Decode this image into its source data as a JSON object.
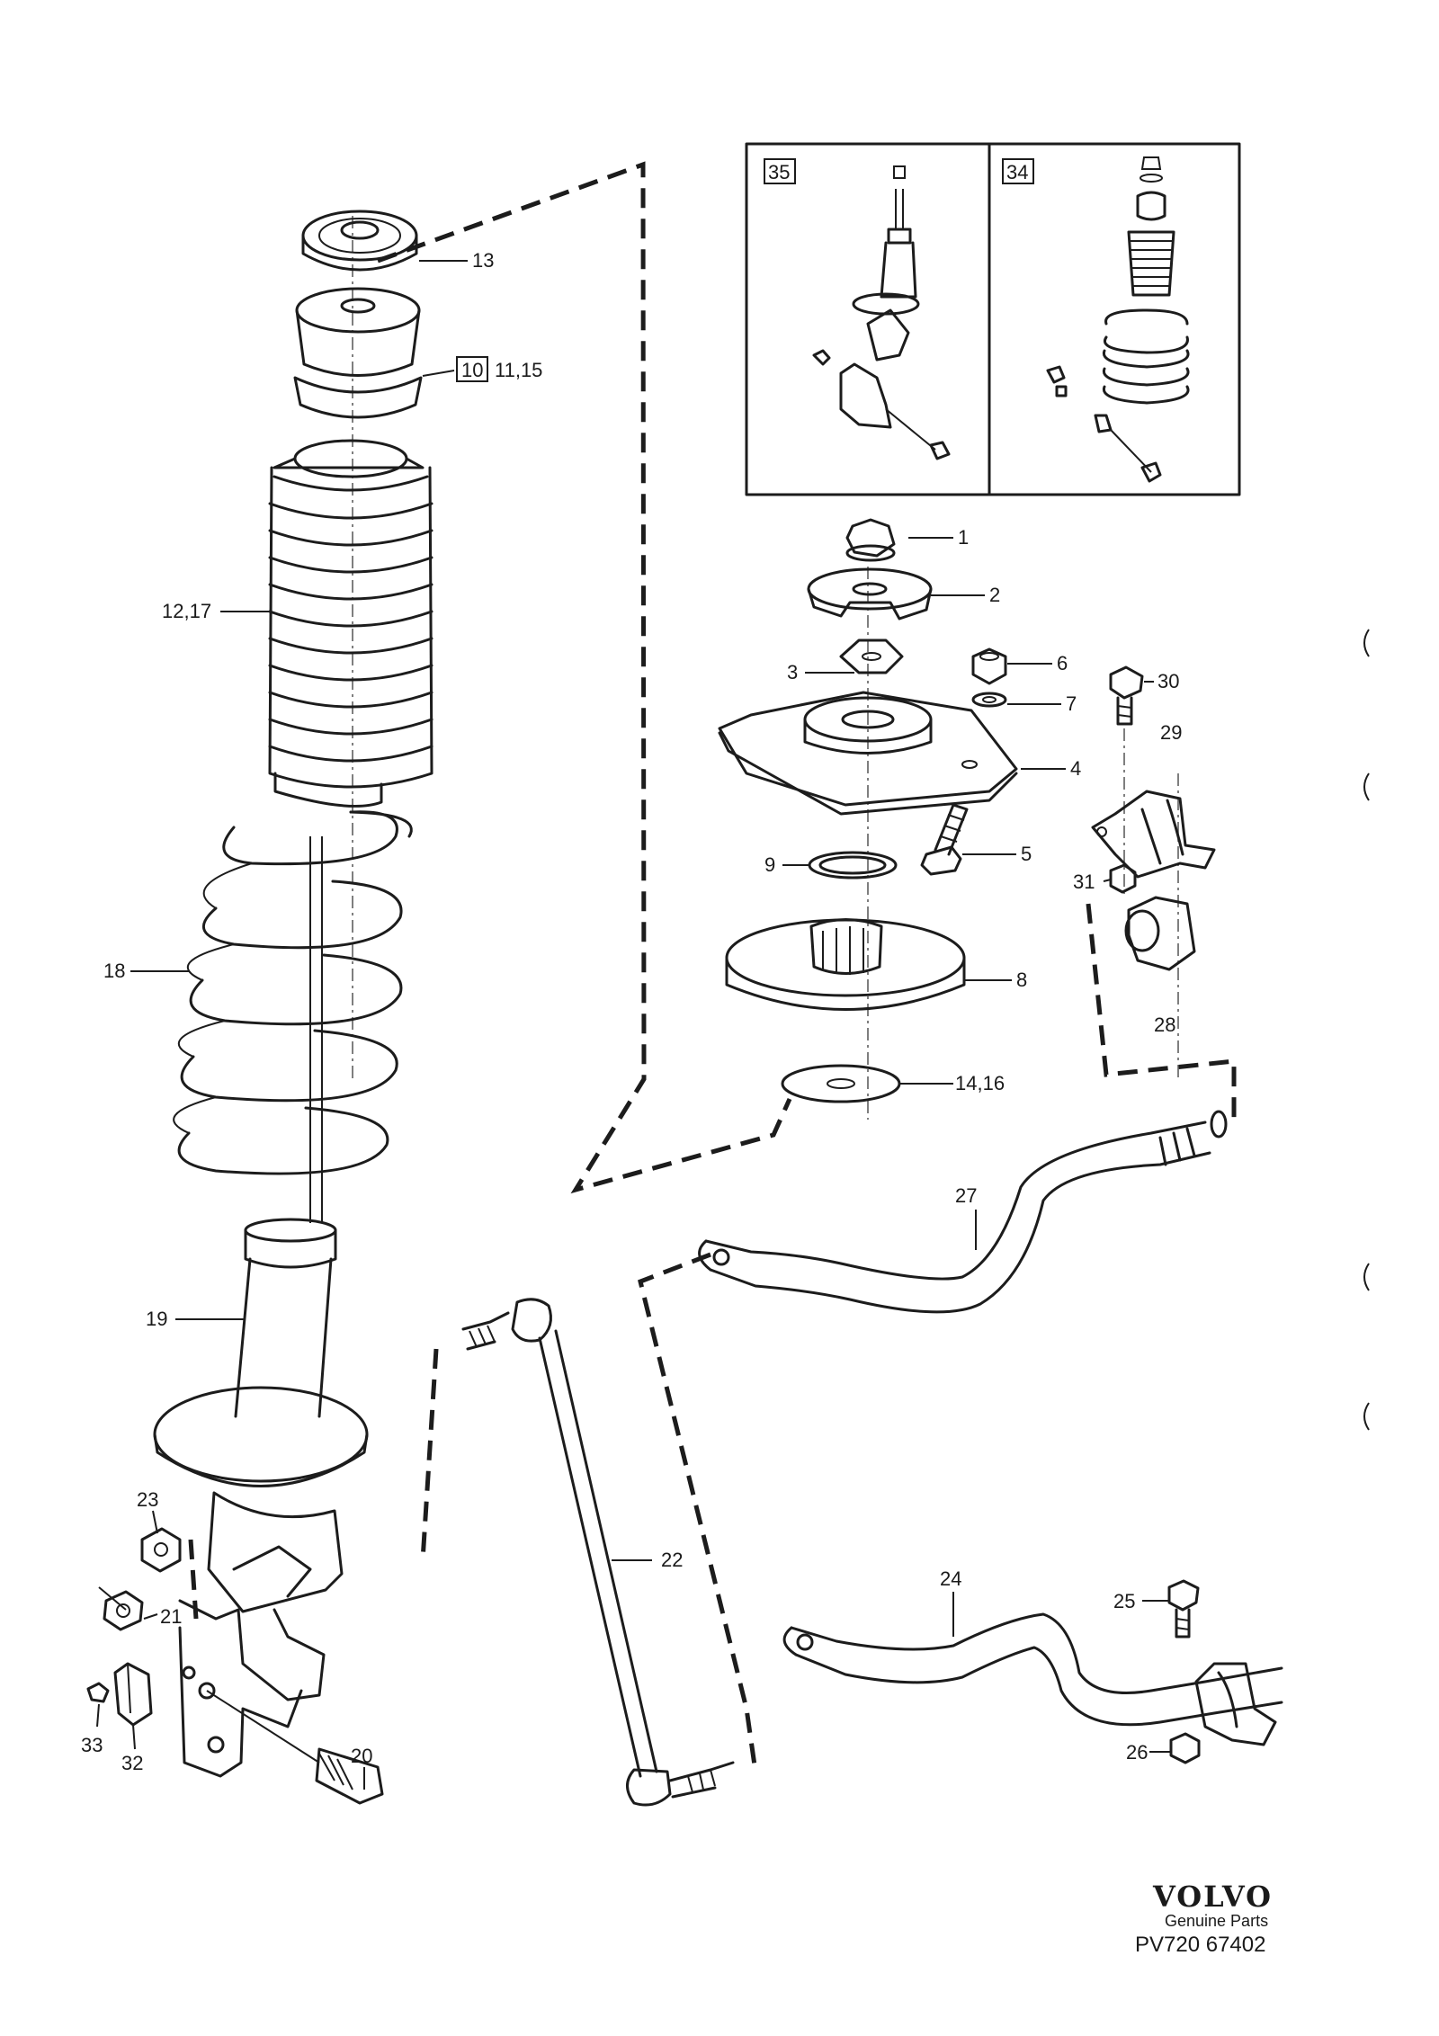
{
  "parts": [
    {
      "id": "1",
      "label": "1"
    },
    {
      "id": "2",
      "label": "2"
    },
    {
      "id": "3",
      "label": "3"
    },
    {
      "id": "4",
      "label": "4"
    },
    {
      "id": "5",
      "label": "5"
    },
    {
      "id": "6",
      "label": "6"
    },
    {
      "id": "7",
      "label": "7"
    },
    {
      "id": "8",
      "label": "8"
    },
    {
      "id": "9",
      "label": "9"
    },
    {
      "id": "10",
      "label": "10"
    },
    {
      "id": "11-15",
      "label": "11,15"
    },
    {
      "id": "12-17",
      "label": "12,17"
    },
    {
      "id": "13",
      "label": "13"
    },
    {
      "id": "14-16",
      "label": "14,16"
    },
    {
      "id": "18",
      "label": "18"
    },
    {
      "id": "19",
      "label": "19"
    },
    {
      "id": "20",
      "label": "20"
    },
    {
      "id": "21",
      "label": "21"
    },
    {
      "id": "22",
      "label": "22"
    },
    {
      "id": "23",
      "label": "23"
    },
    {
      "id": "24",
      "label": "24"
    },
    {
      "id": "25",
      "label": "25"
    },
    {
      "id": "26",
      "label": "26"
    },
    {
      "id": "27",
      "label": "27"
    },
    {
      "id": "28",
      "label": "28"
    },
    {
      "id": "29",
      "label": "29"
    },
    {
      "id": "30",
      "label": "30"
    },
    {
      "id": "31",
      "label": "31"
    },
    {
      "id": "32",
      "label": "32"
    },
    {
      "id": "33",
      "label": "33"
    }
  ],
  "insets": [
    {
      "id": "inset-35",
      "label": "35"
    },
    {
      "id": "inset-34",
      "label": "34"
    }
  ],
  "branding": {
    "brand": "VOLVO",
    "tagline": "Genuine Parts",
    "code": "PV720 67402"
  }
}
